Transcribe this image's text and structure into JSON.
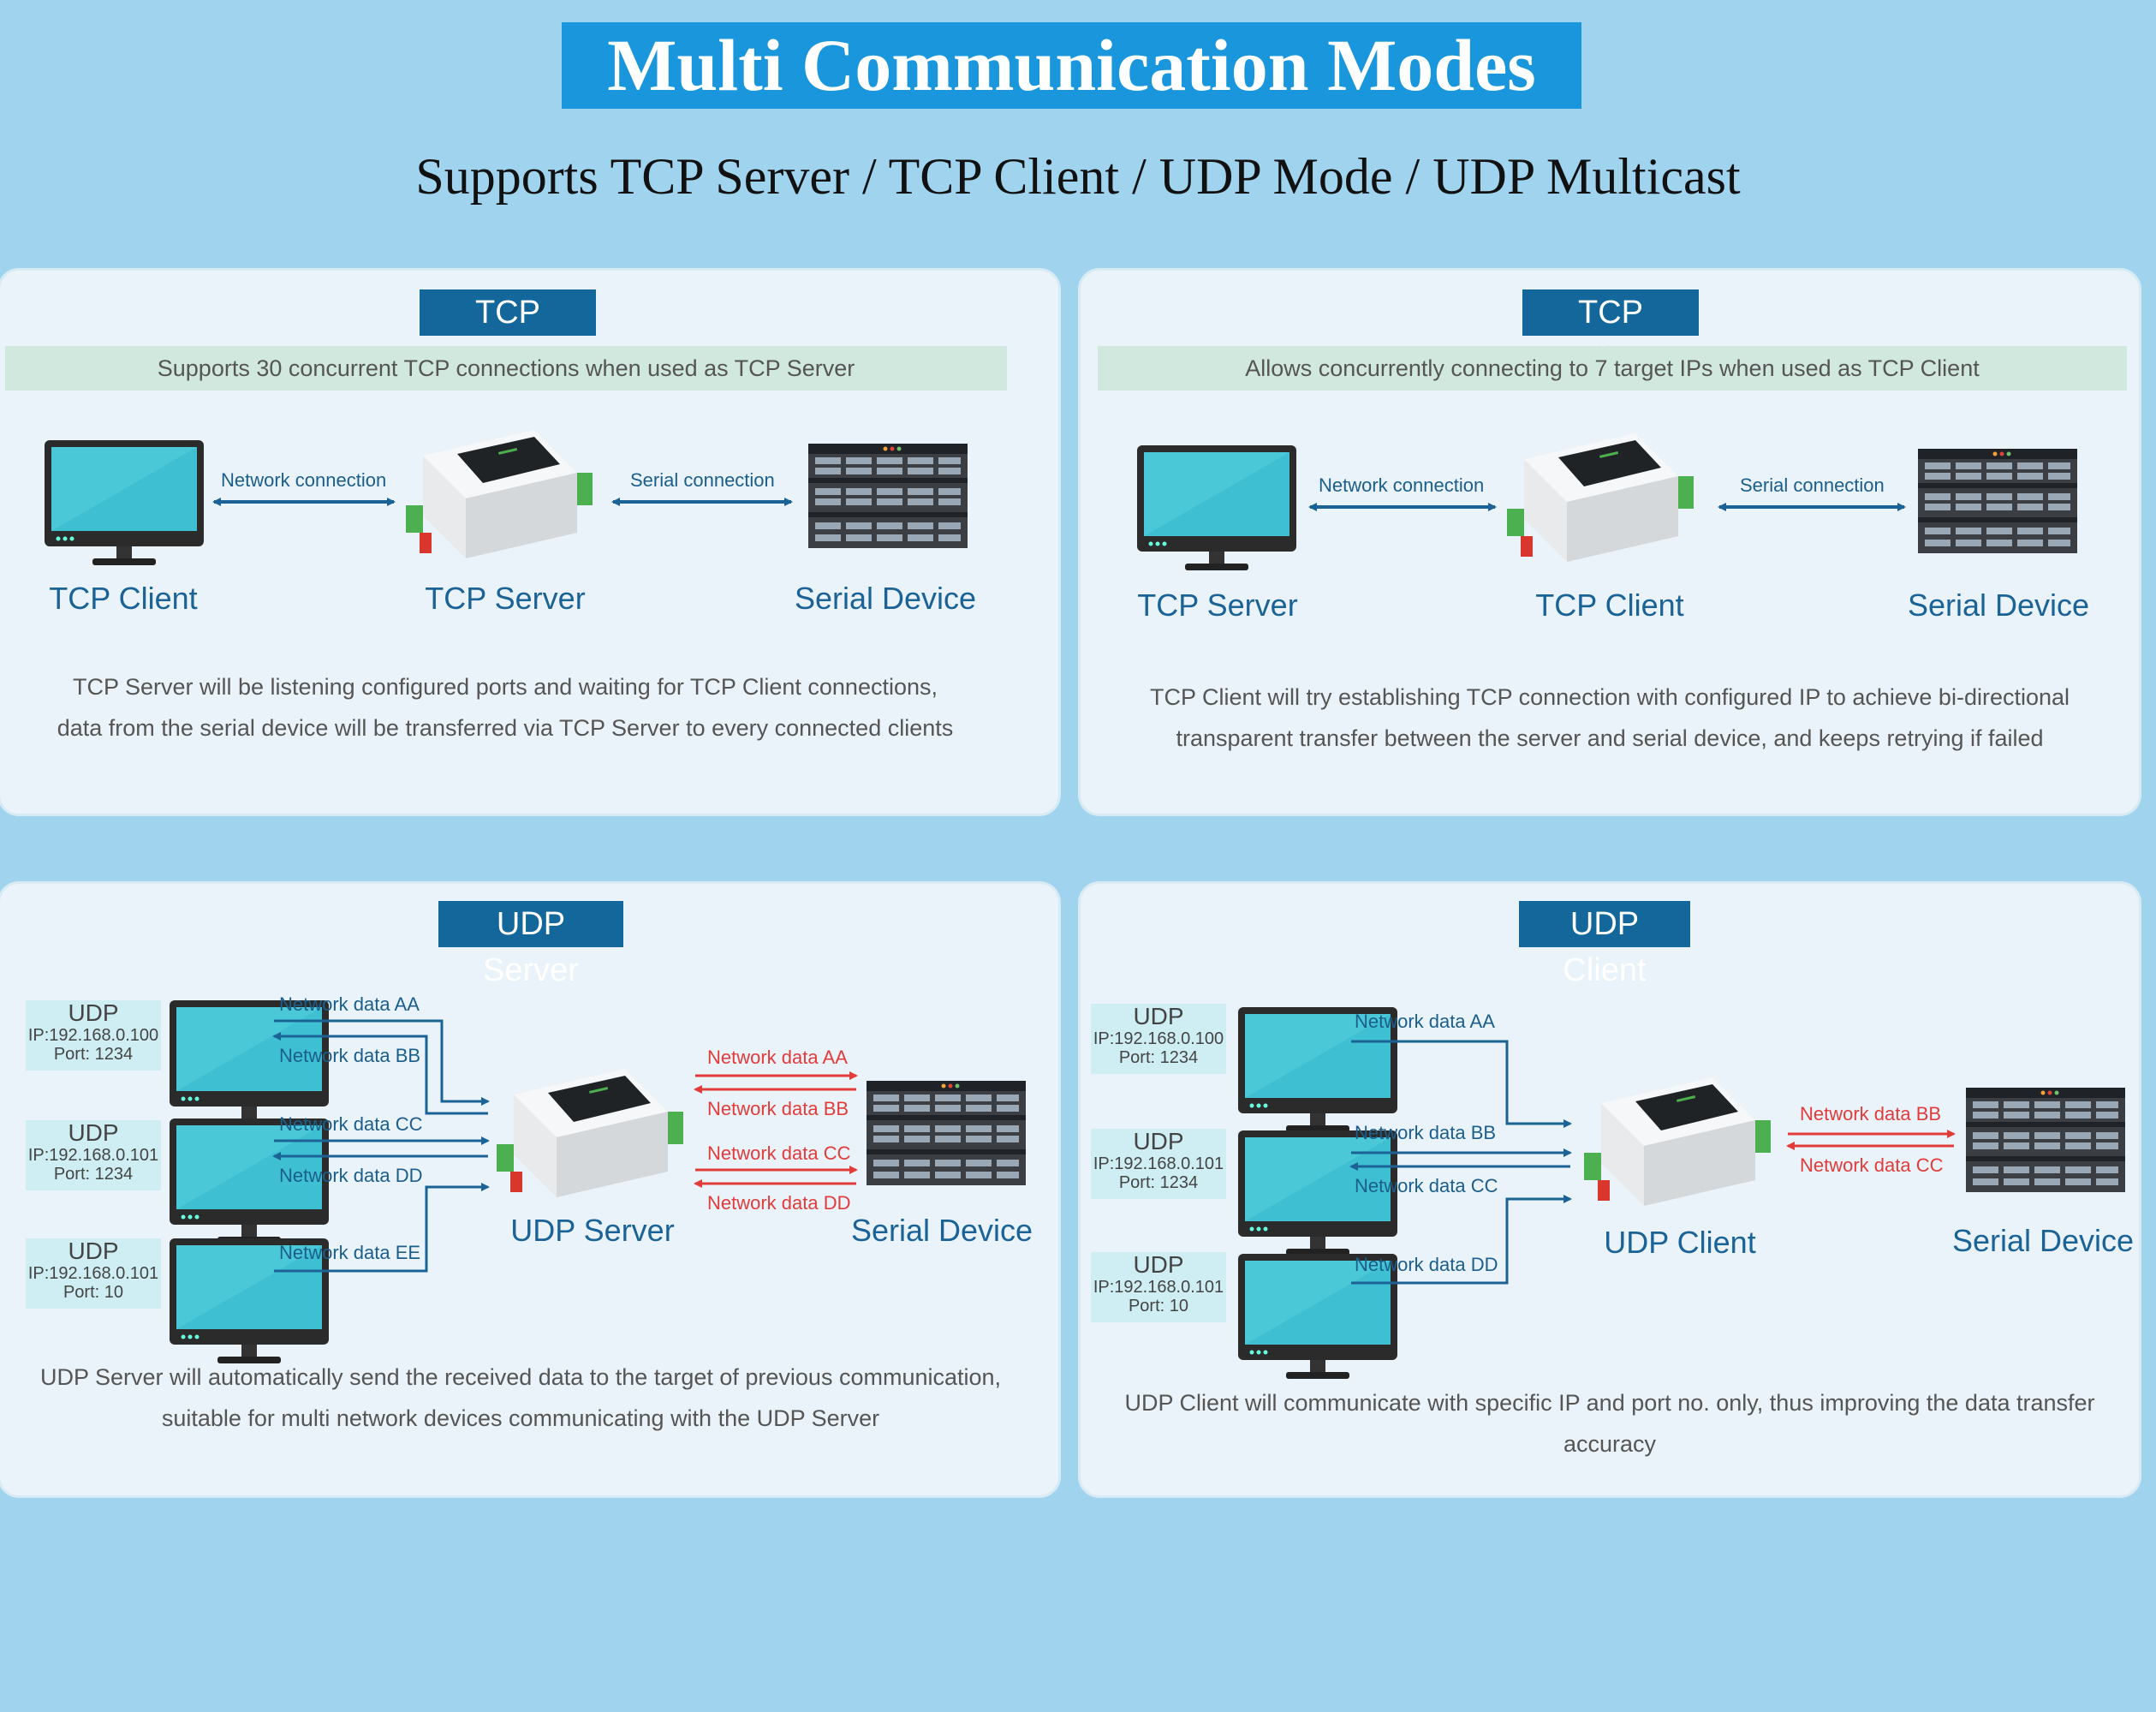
{
  "title": "Multi Communication Modes",
  "subtitle": "Supports TCP Server / TCP Client / UDP Mode / UDP Multicast",
  "colors": {
    "background": "#9fd3ee",
    "title_bg": "#1a97dc",
    "panel_title_bg": "#13679a",
    "arrow_blue": "#1b6396",
    "arrow_red": "#e23c3a"
  },
  "tcp_server": {
    "title": "TCP Server",
    "banner": "Supports 30 concurrent TCP connections when used as TCP Server",
    "left_label": "TCP Client",
    "center_label": "TCP Server",
    "right_label": "Serial Device",
    "network_connection": "Network connection",
    "serial_connection": "Serial connection",
    "desc_line1": "TCP Server will be listening configured ports and waiting for TCP Client connections,",
    "desc_line2": "data from the serial device will be transferred via TCP Server to every connected clients"
  },
  "tcp_client": {
    "title": "TCP Client",
    "banner": "Allows concurrently connecting to 7 target IPs when used as TCP Client",
    "left_label": "TCP Server",
    "center_label": "TCP Client",
    "right_label": "Serial Device",
    "network_connection": "Network connection",
    "serial_connection": "Serial connection",
    "desc_line1": "TCP Client will try establishing TCP connection with configured IP to achieve bi-directional",
    "desc_line2": "transparent transfer between the server and serial device, and keeps retrying if failed"
  },
  "udp_server": {
    "title": "UDP Server",
    "hosts": [
      {
        "udp": "UDP",
        "ip": "IP:192.168.0.100",
        "port": "Port: 1234"
      },
      {
        "udp": "UDP",
        "ip": "IP:192.168.0.101",
        "port": "Port: 1234"
      },
      {
        "udp": "UDP",
        "ip": "IP:192.168.0.101",
        "port": "Port: 10"
      }
    ],
    "net_labels": [
      "Network data AA",
      "Network data BB",
      "Network data CC",
      "Network data DD",
      "Network data EE"
    ],
    "serial_labels": [
      "Network data AA",
      "Network data BB",
      "Network data CC",
      "Network data DD"
    ],
    "center_label": "UDP Server",
    "right_label": "Serial Device",
    "desc_line1": "UDP Server will automatically send the received data to the target of previous communication,",
    "desc_line2": "suitable for multi network devices communicating with the UDP Server"
  },
  "udp_client": {
    "title": "UDP Client",
    "hosts": [
      {
        "udp": "UDP",
        "ip": "IP:192.168.0.100",
        "port": "Port: 1234"
      },
      {
        "udp": "UDP",
        "ip": "IP:192.168.0.101",
        "port": "Port: 1234"
      },
      {
        "udp": "UDP",
        "ip": "IP:192.168.0.101",
        "port": "Port: 10"
      }
    ],
    "net_labels": [
      "Network data AA",
      "Network data BB",
      "Network data CC",
      "Network data DD"
    ],
    "serial_labels": [
      "Network data BB",
      "Network data CC"
    ],
    "center_label": "UDP Client",
    "right_label": "Serial Device",
    "desc": "UDP Client will communicate with specific IP and port no. only, thus improving the data transfer accuracy"
  }
}
